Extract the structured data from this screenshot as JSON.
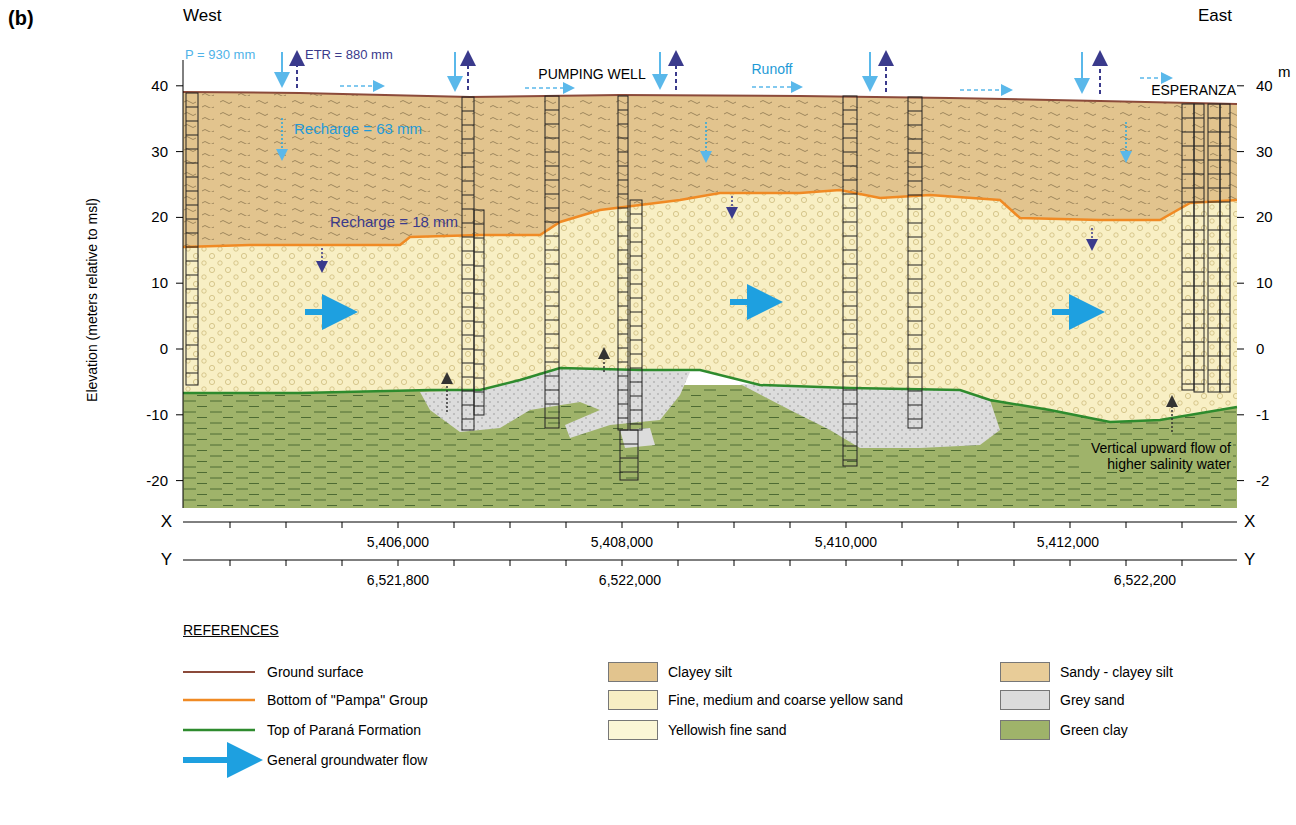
{
  "diagram": {
    "labels": [
      "(b)",
      "West",
      "East",
      "P = 930 mm",
      "ETR = 880 mm",
      "PUMPING WELL",
      "Runoff",
      "ESPERANZA",
      "Recharge = 63 mm",
      "Recharge = 18 mm",
      "Vertical upward flow of higher salinity water",
      "Elevation (meters relative to msl)",
      "40",
      "30",
      "20",
      "10",
      "0",
      "-10",
      "-20",
      "m",
      "40",
      "30",
      "20",
      "10",
      "0",
      "-1",
      "-2",
      "X",
      "5,406,000",
      "5,408,000",
      "5,410,000",
      "5,412,000",
      "X",
      "Y",
      "6,521,800",
      "6,522,000",
      "6,522,200",
      "Y",
      "REFERENCES"
    ],
    "legend": [
      {
        "text": "Ground surface"
      },
      {
        "text": "Bottom of \"Pampa\" Group"
      },
      {
        "text": "Top of Paraná Formation"
      },
      {
        "text": "General groundwater flow"
      },
      {
        "text": "Clayey silt",
        "color": "#e2c48e"
      },
      {
        "text": "Fine, medium and coarse yellow sand",
        "color": "#f8efc4"
      },
      {
        "text": "Yellowish fine sand",
        "color": "#fbf6d6"
      },
      {
        "text": "Sandy - clayey silt",
        "color": "#e8cc98"
      },
      {
        "text": "Grey sand",
        "color": "#dcdcdc"
      },
      {
        "text": "Green clay",
        "color": "#9fb36a"
      }
    ]
  }
}
